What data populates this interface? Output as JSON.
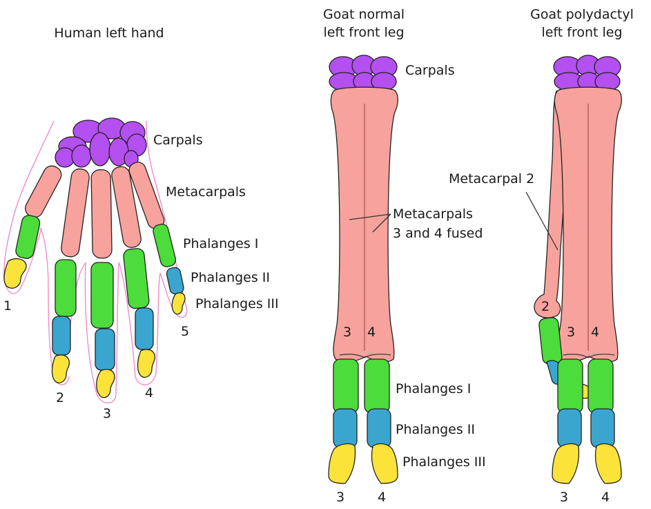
{
  "colors": {
    "carpal": "#b44ff0",
    "metacarpal": "#f7a29c",
    "phalanx1": "#4cdc3c",
    "phalanx2": "#3aa6cf",
    "phalanx3": "#fbe33a",
    "skin": "#f08cc8"
  },
  "human": {
    "title": "Human left hand",
    "labels": {
      "carpals": "Carpals",
      "metacarpals": "Metacarpals",
      "phalanges1": "Phalanges I",
      "phalanges2": "Phalanges II",
      "phalanges3": "Phalanges III"
    },
    "digits": [
      "1",
      "2",
      "3",
      "4",
      "5"
    ]
  },
  "goat_normal": {
    "title_line1": "Goat normal",
    "title_line2": "left front leg",
    "labels": {
      "carpals": "Carpals",
      "fused_line1": "Metacarpals",
      "fused_line2": "3 and 4 fused",
      "phalanges1": "Phalanges I",
      "phalanges2": "Phalanges II",
      "phalanges3": "Phalanges III"
    },
    "inner_digits": [
      "3",
      "4"
    ],
    "bottom_digits": [
      "3",
      "4"
    ]
  },
  "goat_polydactyl": {
    "title_line1": "Goat polydactyl",
    "title_line2": "left front leg",
    "labels": {
      "metacarpal2": "Metacarpal 2"
    },
    "inner_digits": [
      "2",
      "3",
      "4"
    ],
    "bottom_digits": [
      "3",
      "4"
    ]
  }
}
